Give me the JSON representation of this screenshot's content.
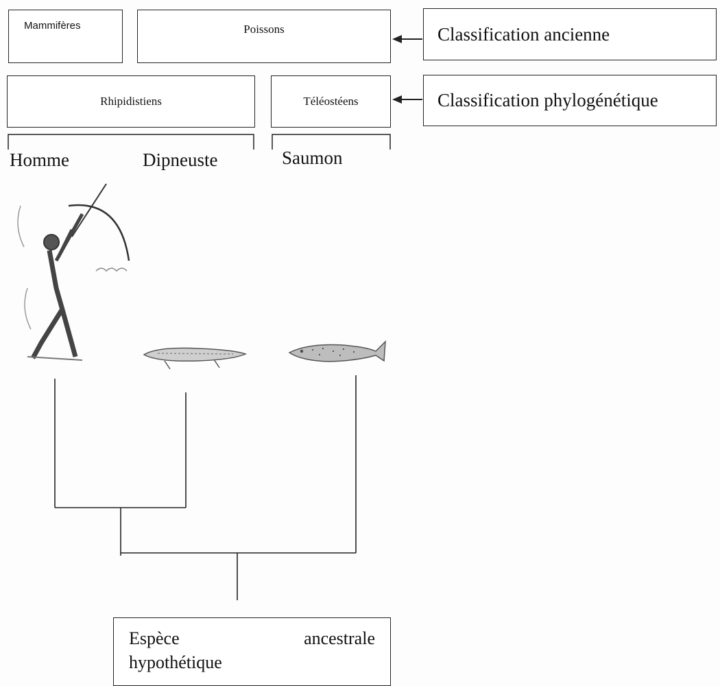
{
  "groups": {
    "mammiferes": "Mammifères",
    "poissons": "Poissons",
    "rhipidistiens": "Rhipidistiens",
    "teleosteens": "Téléostéens"
  },
  "classifications": {
    "ancienne": "Classification ancienne",
    "phylogenetique": "Classification phylogénétique"
  },
  "species": {
    "homme": "Homme",
    "dipneuste": "Dipneuste",
    "saumon": "Saumon"
  },
  "ancestor": {
    "word1": "Espèce",
    "word2": "ancestrale",
    "word3": "hypothétique"
  },
  "colors": {
    "line": "#222222",
    "fish": "#7a7a7a"
  },
  "icons": [
    "archer-illustration",
    "lungfish-illustration",
    "salmon-illustration",
    "arrow-left-icon"
  ]
}
